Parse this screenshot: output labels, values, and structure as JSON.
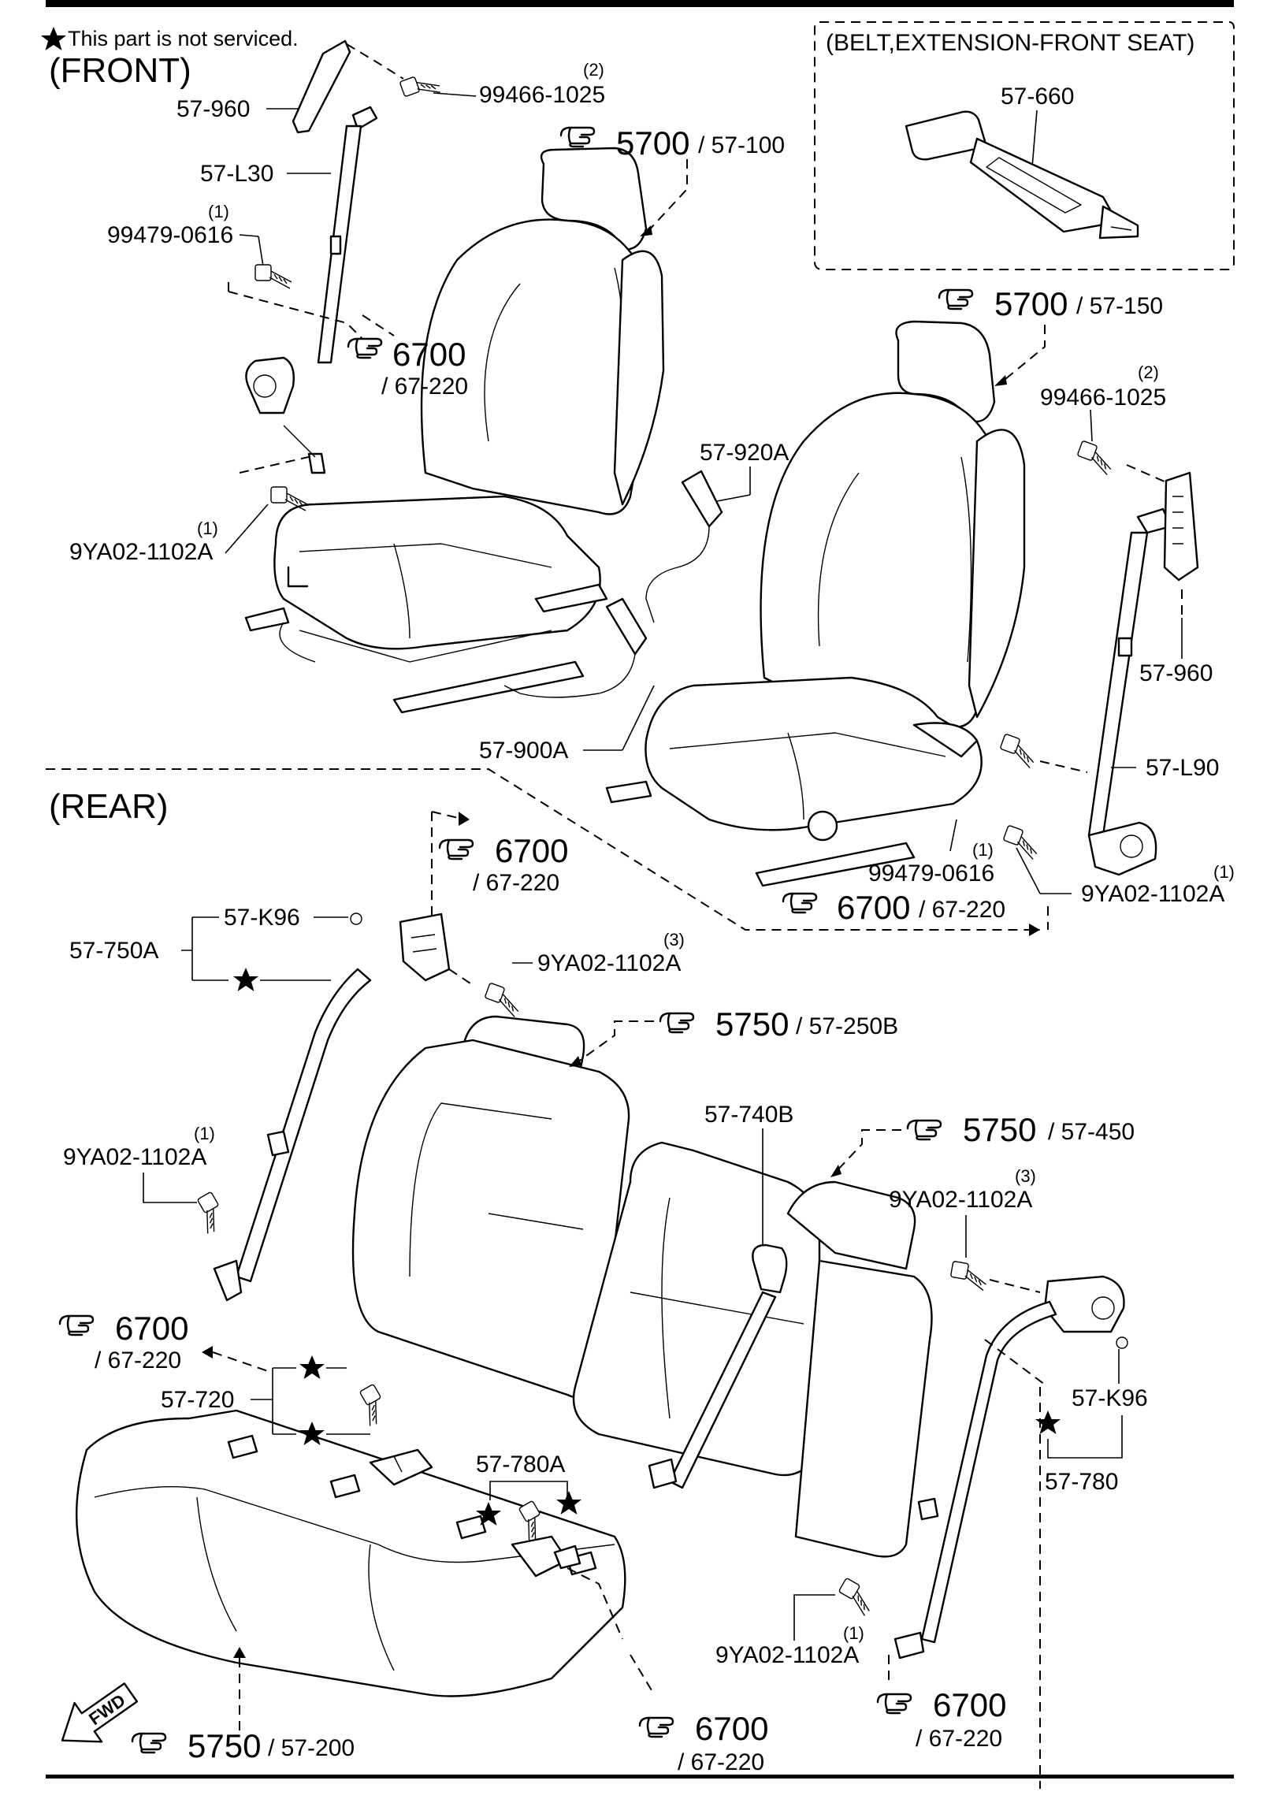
{
  "notice": "This part is not serviced.",
  "sections": {
    "front": "(FRONT)",
    "rear": "(REAR)",
    "extension_box": "(BELT,EXTENSION-FRONT SEAT)"
  },
  "parts": {
    "p_57_960_left": "57-960",
    "p_99466_1025_left": "99466-1025",
    "q_99466_1025_left": "(2)",
    "p_57_L30": "57-L30",
    "p_99479_0616_left": "99479-0616",
    "q_99479_0616_left": "(1)",
    "p_9YA02_front_left": "9YA02-1102A",
    "q_9YA02_front_left": "(1)",
    "p_57_660": "57-660",
    "p_99466_1025_right": "99466-1025",
    "q_99466_1025_right": "(2)",
    "p_57_920A": "57-920A",
    "p_57_960_right": "57-960",
    "p_57_900A": "57-900A",
    "p_57_L90": "57-L90",
    "p_99479_0616_right": "99479-0616",
    "q_99479_0616_right": "(1)",
    "p_9YA02_front_right": "9YA02-1102A",
    "q_9YA02_front_right": "(1)",
    "p_57_K96_top": "57-K96",
    "p_57_750A": "57-750A",
    "p_9YA02_rear_top": "9YA02-1102A",
    "q_9YA02_rear_top": "(3)",
    "p_9YA02_rear_left": "9YA02-1102A",
    "q_9YA02_rear_left": "(1)",
    "p_57_740B": "57-740B",
    "p_9YA02_rear_right": "9YA02-1102A",
    "q_9YA02_rear_right": "(3)",
    "p_57_720": "57-720",
    "p_57_780A": "57-780A",
    "p_57_K96_right": "57-K96",
    "p_57_780": "57-780",
    "p_9YA02_rear_bottom": "9YA02-1102A",
    "q_9YA02_rear_bottom": "(1)"
  },
  "refs": {
    "r1": {
      "num": "5700",
      "sub": "/ 57-100"
    },
    "r2": {
      "num": "5700",
      "sub": "/ 57-150"
    },
    "r3": {
      "num": "6700",
      "sub": "/ 67-220"
    },
    "r4": {
      "num": "6700",
      "sub": "/ 67-220"
    },
    "r5": {
      "num": "6700",
      "sub": "/ 67-220"
    },
    "r6": {
      "num": "5750",
      "sub": "/ 57-250B"
    },
    "r7": {
      "num": "5750",
      "sub": "/ 57-450"
    },
    "r8": {
      "num": "6700",
      "sub": "/ 67-220"
    },
    "r9": {
      "num": "5750",
      "sub": "/ 57-200"
    },
    "r10": {
      "num": "6700",
      "sub": "/ 67-220"
    },
    "r11": {
      "num": "6700",
      "sub": "/ 67-220"
    }
  },
  "fwd_label": "FWD"
}
